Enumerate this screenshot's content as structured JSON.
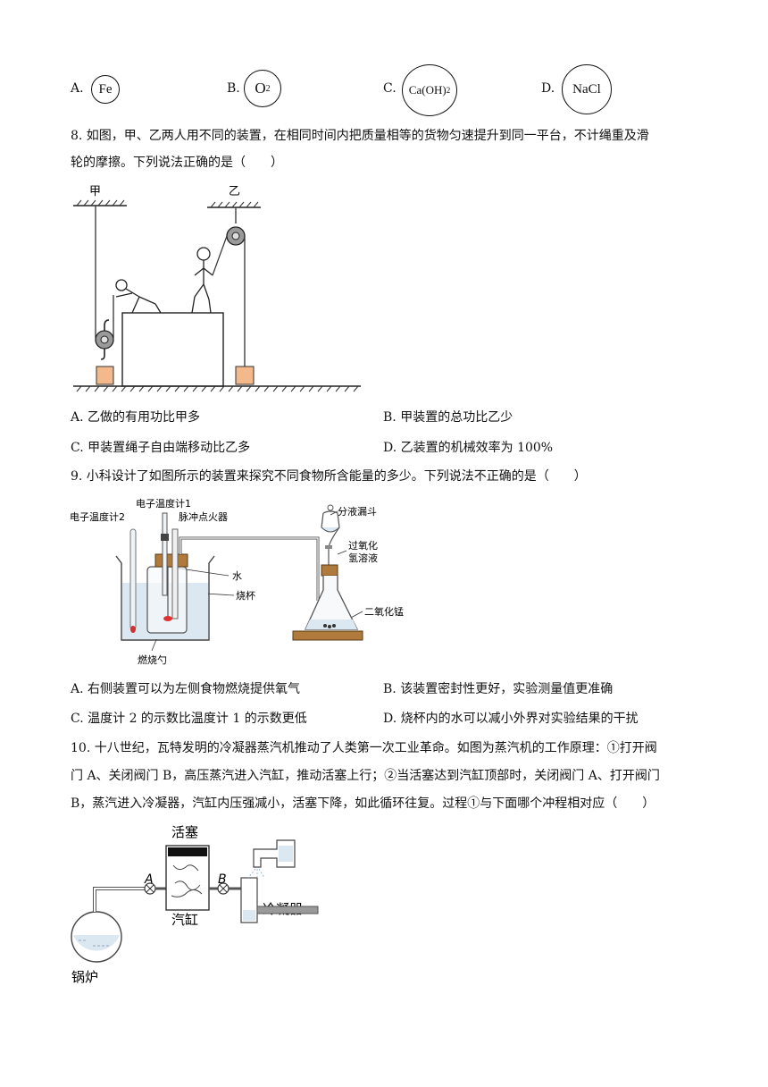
{
  "q7": {
    "options": [
      {
        "letter": "A.",
        "formula": "Fe"
      },
      {
        "letter": "B.",
        "formula": "O",
        "sub": "2"
      },
      {
        "letter": "C.",
        "formula": "Ca(OH)",
        "sub": "2"
      },
      {
        "letter": "D.",
        "formula": "NaCl"
      }
    ]
  },
  "q8": {
    "stem_line1": "8. 如图，甲、乙两人用不同的装置，在相同时间内把质量相等的货物匀速提升到同一平台，不计绳重及滑",
    "stem_line2": "轮的摩擦。下列说法正确的是（　　）",
    "fig_label_left": "甲",
    "fig_label_right": "乙",
    "options": [
      {
        "text": "A. 乙做的有用功比甲多"
      },
      {
        "text": "B. 甲装置的总功比乙少"
      },
      {
        "text": "C. 甲装置绳子自由端移动比乙多"
      },
      {
        "text": "D. 乙装置的机械效率为 100%"
      }
    ]
  },
  "q9": {
    "stem": "9. 小科设计了如图所示的装置来探究不同食物所含能量的多少。下列说法不正确的是（　　）",
    "labels": {
      "thermo1": "电子温度计1",
      "thermo2": "电子温度计2",
      "igniter": "脉冲点火器",
      "water": "水",
      "beaker": "烧杯",
      "spoon": "燃烧勺",
      "funnel": "分液漏斗",
      "h2o2_1": "过氧化",
      "h2o2_2": "氢溶液",
      "mno2": "二氧化锰"
    },
    "options": [
      {
        "text": "A. 右侧装置可以为左侧食物燃烧提供氧气"
      },
      {
        "text": "B. 该装置密封性更好，实验测量值更准确"
      },
      {
        "text": "C. 温度计 2 的示数比温度计 1 的示数更低"
      },
      {
        "text": "D. 烧杯内的水可以减小外界对实验结果的干扰"
      }
    ]
  },
  "q10": {
    "line1": "10. 十八世纪，瓦特发明的冷凝器蒸汽机推动了人类第一次工业革命。如图为蒸汽机的工作原理：①打开阀",
    "line2": "门 A、关闭阀门 B，高压蒸汽进入汽缸，推动活塞上行；②当活塞达到汽缸顶部时，关闭阀门 A、打开阀门",
    "line3": "B，蒸汽进入冷凝器，汽缸内压强减小，活塞下降，如此循环往复。过程①与下面哪个冲程相对应（　　）",
    "labels": {
      "piston": "活塞",
      "valve_a": "A",
      "valve_b": "B",
      "cylinder": "汽缸",
      "condenser": "冷凝器",
      "boiler": "锅炉"
    }
  }
}
